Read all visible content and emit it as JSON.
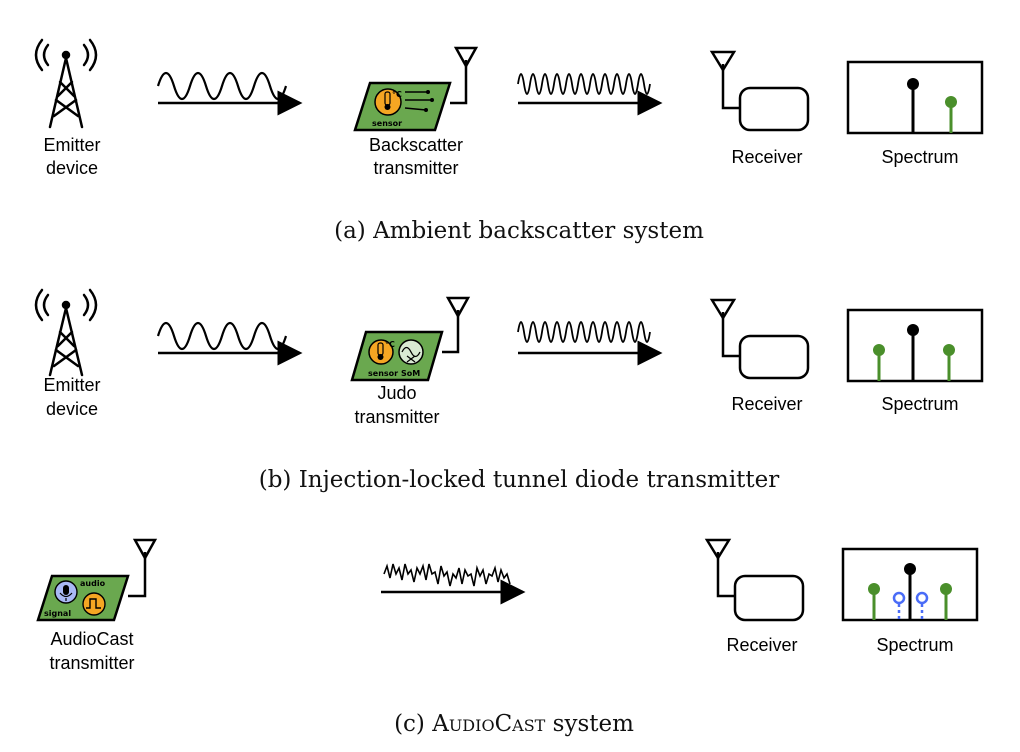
{
  "colors": {
    "board_green": "#6aa84f",
    "stem_green": "#4a8f2b",
    "sensor_orange": "#f5a623",
    "signal_blue": "#4a6cf7",
    "ink": "#000000"
  },
  "row_a": {
    "emitter_label_1": "Emitter",
    "emitter_label_2": "device",
    "tag_label_1": "Backscatter",
    "tag_label_2": "transmitter",
    "tag_chip_text": "sensor",
    "receiver_label": "Receiver",
    "spectrum_label": "Spectrum",
    "caption": "(a)  Ambient backscatter system"
  },
  "row_b": {
    "emitter_label_1": "Emitter",
    "emitter_label_2": "device",
    "tag_label_1": "Judo",
    "tag_label_2": "transmitter",
    "tag_chip_text_1": "sensor",
    "tag_chip_text_2": "SoM",
    "receiver_label": "Receiver",
    "spectrum_label": "Spectrum",
    "caption": "(b)  Injection-locked tunnel diode transmitter"
  },
  "row_c": {
    "tag_label_1": "AudioCast",
    "tag_label_2": "transmitter",
    "tag_chip_text_1": "audio",
    "tag_chip_text_2": "signal",
    "receiver_label": "Receiver",
    "spectrum_label": "Spectrum",
    "caption_prefix": "(c)  ",
    "caption_name": "AudioCast",
    "caption_suffix": " system"
  },
  "icons": [
    "tower-icon",
    "antenna-icon",
    "wave-icon",
    "arrow-icon",
    "receiver-box-icon",
    "spectrum-icon",
    "circuit-board-icon",
    "thermometer-icon",
    "oscillator-icon",
    "microphone-icon",
    "square-wave-icon"
  ]
}
